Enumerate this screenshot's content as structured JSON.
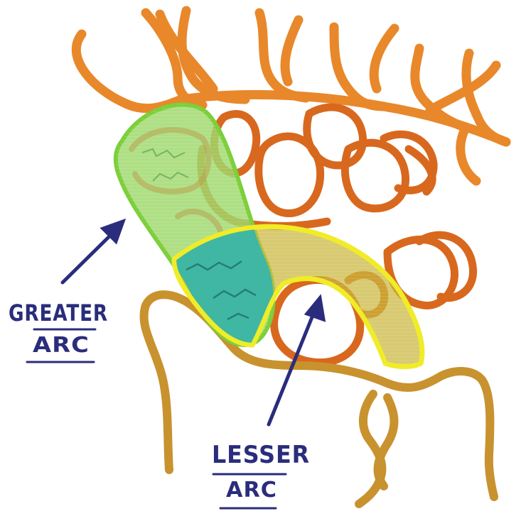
{
  "diagram": {
    "labels": {
      "greater_line1": "GREATER",
      "greater_line2": "ARC",
      "lesser_line1": "LESSER",
      "lesser_line2": "ARC"
    },
    "colors": {
      "metacarpal": "#e8882a",
      "carpal": "#d8681e",
      "forearm": "#c8922e",
      "greater_arc_fill": "#9ed86a",
      "greater_arc_outline": "#7ccf3a",
      "lesser_arc_fill": "#c9b53a",
      "lesser_arc_outline": "#f0ec28",
      "overlap": "#38b6a8",
      "label": "#2a2d7c"
    }
  }
}
